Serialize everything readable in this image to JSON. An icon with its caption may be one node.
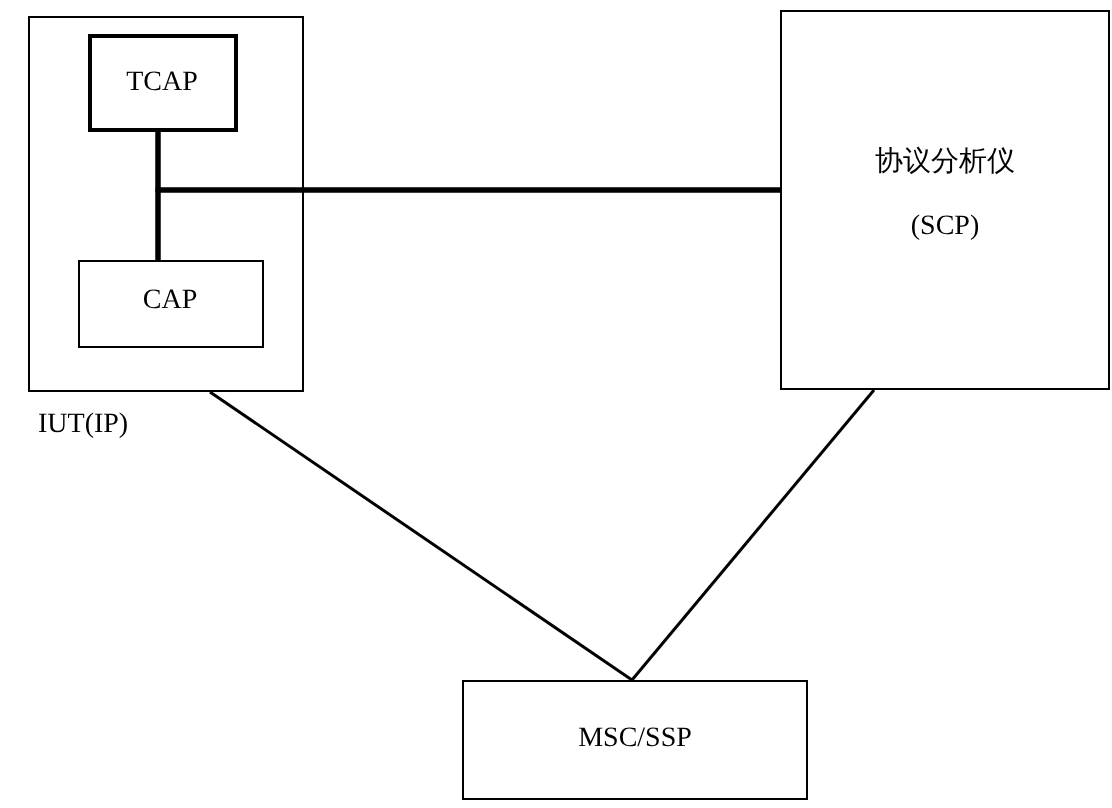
{
  "diagram": {
    "nodes": [
      {
        "text": [
          "IUT(IP)"
        ]
      },
      {
        "text": [
          "TCAP"
        ],
        "in": 0
      },
      {
        "text": [
          "CAP"
        ],
        "in": 0
      },
      {
        "text": [
          "协议分析仪",
          "(SCP)"
        ]
      },
      {
        "text": [
          "MSC/SSP"
        ]
      }
    ],
    "edges": [
      {
        "from": 1,
        "to": 2,
        "arrow": "none"
      },
      {
        "from": 1,
        "to": 3,
        "arrow": "none"
      },
      {
        "from": 2,
        "to": 3,
        "arrow": "none"
      },
      {
        "from": 0,
        "to": 4,
        "arrow": "none"
      },
      {
        "from": 3,
        "to": 4,
        "arrow": "none"
      }
    ]
  }
}
